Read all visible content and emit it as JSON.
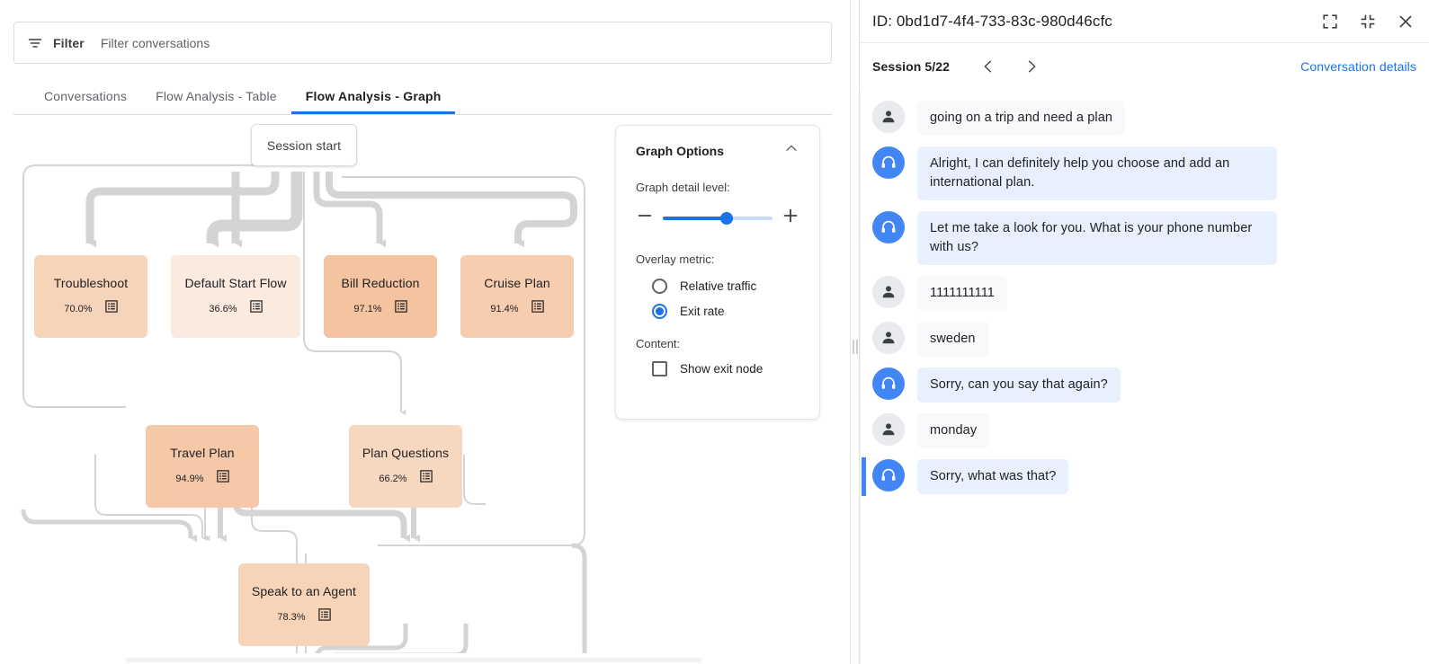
{
  "filter": {
    "icon": "filter-icon",
    "label": "Filter",
    "placeholder": "Filter conversations",
    "value": ""
  },
  "tabs": [
    {
      "label": "Conversations",
      "active": false
    },
    {
      "label": "Flow Analysis - Table",
      "active": false
    },
    {
      "label": "Flow Analysis - Graph",
      "active": true
    }
  ],
  "graph": {
    "start_node_label": "Session start",
    "nodes": [
      {
        "id": "troubleshoot",
        "label": "Troubleshoot",
        "pct": "70.0%",
        "color": "#f6d4ba"
      },
      {
        "id": "default-start",
        "label": "Default Start Flow",
        "pct": "36.6%",
        "color": "#fbeade"
      },
      {
        "id": "bill-reduction",
        "label": "Bill Reduction",
        "pct": "97.1%",
        "color": "#f4c3a0"
      },
      {
        "id": "cruise-plan",
        "label": "Cruise Plan",
        "pct": "91.4%",
        "color": "#f6cdaf"
      },
      {
        "id": "travel-plan",
        "label": "Travel Plan",
        "pct": "94.9%",
        "color": "#f5c8a8"
      },
      {
        "id": "plan-questions",
        "label": "Plan Questions",
        "pct": "66.2%",
        "color": "#f8d7bf"
      },
      {
        "id": "speak-agent",
        "label": "Speak to an Agent",
        "pct": "78.3%",
        "color": "#f7d3b8"
      }
    ]
  },
  "graph_options": {
    "title": "Graph Options",
    "collapse_icon": "chevron-up-icon",
    "detail_level_label": "Graph detail level:",
    "detail_level_value": 58,
    "decrease_icon": "minus-icon",
    "increase_icon": "plus-icon",
    "overlay_metric_label": "Overlay metric:",
    "overlay_options": [
      {
        "label": "Relative traffic",
        "selected": false
      },
      {
        "label": "Exit rate",
        "selected": true
      }
    ],
    "content_label": "Content:",
    "content_options": [
      {
        "label": "Show exit node",
        "checked": false
      }
    ]
  },
  "right_panel": {
    "id_text": "ID: 0bd1d7-4f4-733-83c-980d46cfc",
    "expand_icon": "fullscreen-expand-icon",
    "collapse_icon": "fullscreen-collapse-icon",
    "close_icon": "close-icon",
    "session_label": "Session 5/22",
    "prev_icon": "chevron-left-icon",
    "next_icon": "chevron-right-icon",
    "details_link": "Conversation details",
    "messages": [
      {
        "role": "user",
        "text": "going on a trip and need a plan",
        "highlighted": false
      },
      {
        "role": "agent",
        "text": "Alright, I can definitely help you choose and add an international plan.",
        "highlighted": false
      },
      {
        "role": "agent",
        "text": "Let me take a look for you. What is your phone number with us?",
        "highlighted": false
      },
      {
        "role": "user",
        "text": "1111111111",
        "highlighted": false
      },
      {
        "role": "user",
        "text": "sweden",
        "highlighted": false
      },
      {
        "role": "agent",
        "text": "Sorry, can you say that again?",
        "highlighted": false
      },
      {
        "role": "user",
        "text": "monday",
        "highlighted": false
      },
      {
        "role": "agent",
        "text": "Sorry, what was that?",
        "highlighted": true
      }
    ]
  },
  "colors": {
    "accent": "#1a73e8",
    "agent_avatar": "#4285f4",
    "agent_bubble": "#e8f0fe",
    "user_bubble": "#f8f9fa",
    "edge": "#d4d4d4"
  }
}
